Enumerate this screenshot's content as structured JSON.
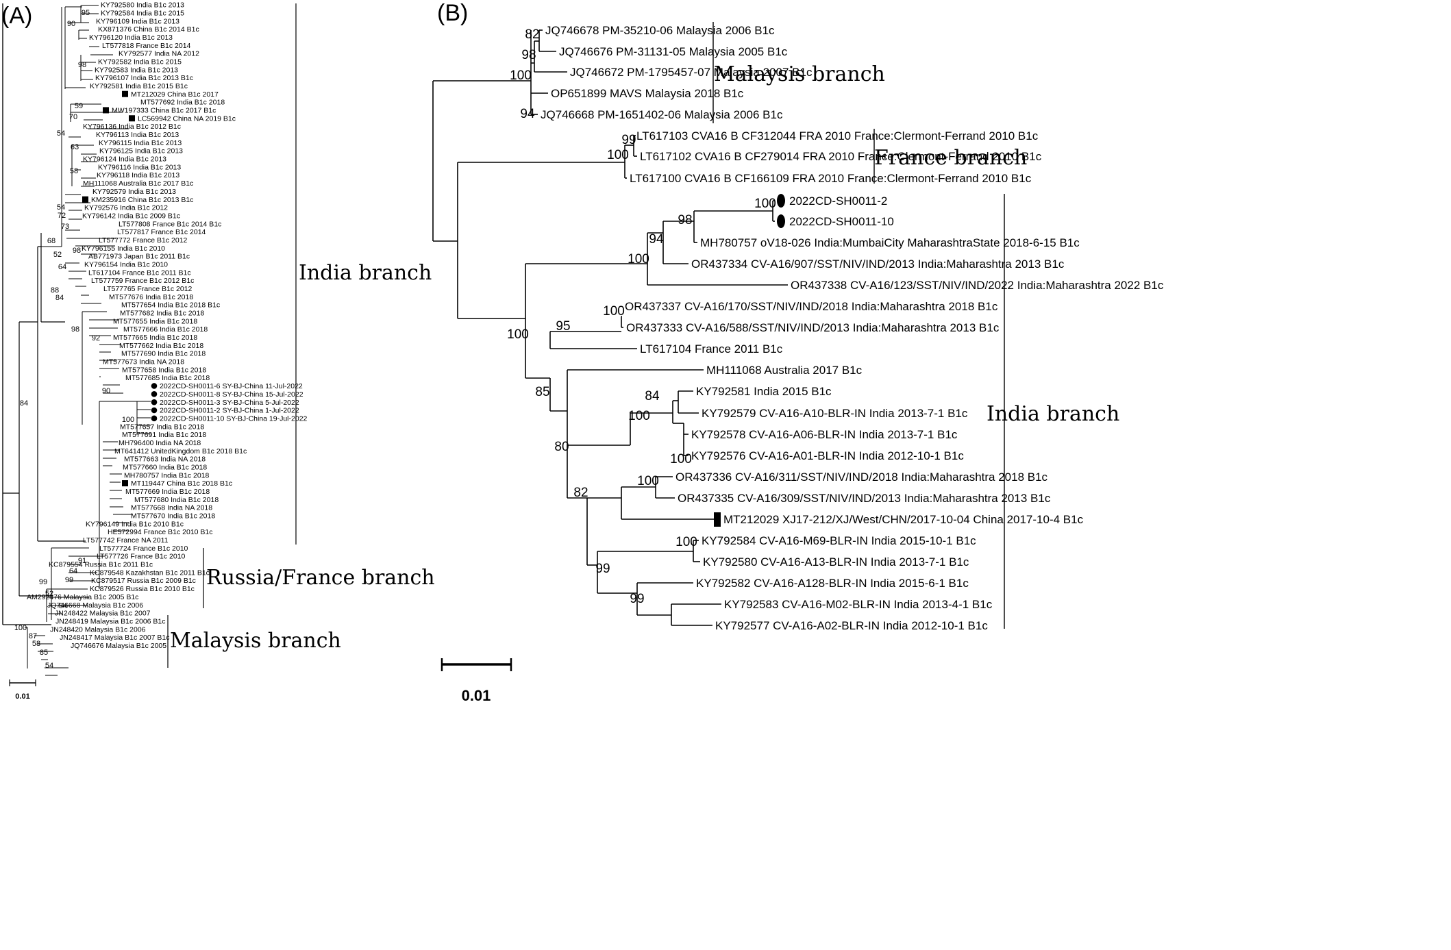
{
  "panels": {
    "A": {
      "label": "(A)",
      "leaves": [
        "KY792580 India B1c 2013",
        "KY792584 India B1c 2015",
        "KY796109 India B1c 2013",
        "KX871376 China B1c 2014 B1c",
        "KY796120 India B1c 2013",
        "LT577818 France B1c 2014",
        "KY792577 India NA 2012",
        "KY792582 India B1c 2015",
        "KY792583 India B1c 2013",
        "KY796107 India B1c 2013 B1c",
        "KY792581 India B1c 2015 B1c",
        "MT212029 China B1c 2017",
        "MT577692 India B1c 2018",
        "MW197333 China B1c 2017 B1c",
        "LC569942 China NA 2019 B1c",
        "KY796136 India B1c 2012 B1c",
        "KY796113 India B1c 2013",
        "KY796115 India B1c 2013",
        "KY796125 India B1c 2013",
        "KY796124 India B1c 2013",
        "KY796116 India B1c 2013",
        "KY796118 India B1c 2013",
        "MH111068 Australia B1c 2017 B1c",
        "KY792579 India B1c 2013",
        "KM235916 China B1c 2013 B1c",
        "KY792576 India B1c 2012",
        "KY796142 India B1c 2009 B1c",
        "LT577808 France B1c 2014 B1c",
        "LT577817 France B1c 2014",
        "LT577772 France B1c 2012",
        "KY796155 India B1c 2010",
        "AB771973 Japan B1c 2011 B1c",
        "KY796154 India B1c 2010",
        "LT617104 France B1c 2011 B1c",
        "LT577759 France B1c 2012 B1c",
        "LT577765 France B1c 2012",
        "MT577676 India B1c 2018",
        "MT577654 India B1c 2018 B1c",
        "MT577682 India B1c 2018",
        "MT577655 India B1c 2018",
        "MT577666 India B1c 2018",
        "MT577665 India B1c 2018",
        "MT577662 India B1c 2018",
        "MT577690 India B1c 2018",
        "MT577673 India NA 2018",
        "MT577658 India B1c 2018",
        "MT577685 India B1c 2018",
        "2022CD-SH0011-6 SY-BJ-China 11-Jul-2022",
        "2022CD-SH0011-8 SY-BJ-China 15-Jul-2022",
        "2022CD-SH0011-3 SY-BJ-China 5-Jul-2022",
        "2022CD-SH0011-2 SY-BJ-China 1-Jul-2022",
        "2022CD-SH0011-10 SY-BJ-China 19-Jul-2022",
        "MT577657 India B1c 2018",
        "MT577691 India B1c 2018",
        "MH796400 India NA 2018",
        "MT641412 UnitedKingdom B1c 2018 B1c",
        "MT577663 India NA 2018",
        "MT577660 India B1c 2018",
        "MH780757 India B1c 2018",
        "MT119447 China B1c 2018 B1c",
        "MT577669 India B1c 2018",
        "MT577680 India B1c 2018",
        "MT577668 India NA 2018",
        "MT577670 India B1c 2018",
        "KY796149 India B1c 2010 B1c",
        "HE572994 France B1c 2010 B1c",
        "LT577742 France NA 2011",
        "LT577724 France B1c 2010",
        "LT577726 France B1c 2010",
        "KC879554 Russia B1c 2011 B1c",
        "KC879548 Kazakhstan B1c 2011 B1c",
        "KC879517 Russia B1c 2009 B1c",
        "KC879526 Russia B1c 2010 B1c",
        "AM292476 Malaysia B1c 2005 B1c",
        "JQ746668 Malaysia B1c 2006",
        "JN248422 Malaysia B1c 2007",
        "JN248419 Malaysia B1c 2006 B1c",
        "JN248420 Malaysia B1c 2006",
        "JN248417 Malaysia B1c 2007 B1c",
        "JQ746676 Malaysia B1c 2005"
      ],
      "bootstrap": [
        "95",
        "90",
        "98",
        "59",
        "70",
        "54",
        "63",
        "58",
        "54",
        "72",
        "73",
        "98",
        "68",
        "52",
        "64",
        "88",
        "84",
        "98",
        "92",
        "90",
        "100",
        "84",
        "91",
        "64",
        "99",
        "99",
        "52",
        "84",
        "100",
        "87",
        "58",
        "85",
        "54"
      ],
      "clades": [
        "India branch",
        "Russia/France branch",
        "Malaysis branch"
      ],
      "scale_label": "0.01"
    },
    "B": {
      "label": "(B)",
      "leaves": [
        "JQ746678 PM-35210-06 Malaysia 2006 B1c",
        "JQ746676 PM-31131-05 Malaysia 2005 B1c",
        "JQ746672 PM-1795457-07 Malaysia 2007 B1c",
        "OP651899 MAVS Malaysia 2018 B1c",
        "JQ746668 PM-1651402-06 Malaysia 2006 B1c",
        "LT617103 CVA16 B CF312044 FRA 2010 France:Clermont-Ferrand 2010 B1c",
        "LT617102 CVA16 B CF279014 FRA 2010 France:Clermont-Ferrand 2010 B1c",
        "LT617100 CVA16 B CF166109 FRA 2010 France:Clermont-Ferrand 2010 B1c",
        "2022CD-SH0011-2",
        "2022CD-SH0011-10",
        "MH780757 oV18-026 India:MumbaiCity MaharashtraState 2018-6-15 B1c",
        "OR437334 CV-A16/907/SST/NIV/IND/2013 India:Maharashtra 2013 B1c",
        "OR437338 CV-A16/123/SST/NIV/IND/2022 India:Maharashtra 2022 B1c",
        "OR437337 CV-A16/170/SST/NIV/IND/2018 India:Maharashtra 2018 B1c",
        "OR437333 CV-A16/588/SST/NIV/IND/2013 India:Maharashtra 2013 B1c",
        "LT617104 France 2011 B1c",
        "MH111068 Australia 2017 B1c",
        "KY792581 India 2015 B1c",
        "KY792579 CV-A16-A10-BLR-IN India 2013-7-1 B1c",
        "KY792578 CV-A16-A06-BLR-IN India 2013-7-1 B1c",
        "KY792576 CV-A16-A01-BLR-IN India 2012-10-1 B1c",
        "OR437336 CV-A16/311/SST/NIV/IND/2018 India:Maharashtra 2018 B1c",
        "OR437335 CV-A16/309/SST/NIV/IND/2013 India:Maharashtra 2013 B1c",
        "MT212029 XJ17-212/XJ/West/CHN/2017-10-04 China 2017-10-4 B1c",
        "KY792584 CV-A16-M69-BLR-IN India 2015-10-1 B1c",
        "KY792580 CV-A16-A13-BLR-IN India 2013-7-1 B1c",
        "KY792582 CV-A16-A128-BLR-IN India 2015-6-1 B1c",
        "KY792583 CV-A16-M02-BLR-IN India 2013-4-1 B1c",
        "KY792577 CV-A16-A02-BLR-IN India 2012-10-1 B1c"
      ],
      "bootstrap": [
        "82",
        "98",
        "100",
        "94",
        "99",
        "100",
        "100",
        "98",
        "94",
        "100",
        "100",
        "95",
        "100",
        "85",
        "84",
        "100",
        "100",
        "80",
        "100",
        "82",
        "100",
        "99",
        "99"
      ],
      "clades": [
        "Malaysis branch",
        "France branch",
        "India branch"
      ],
      "scale_label": "0.01"
    }
  }
}
